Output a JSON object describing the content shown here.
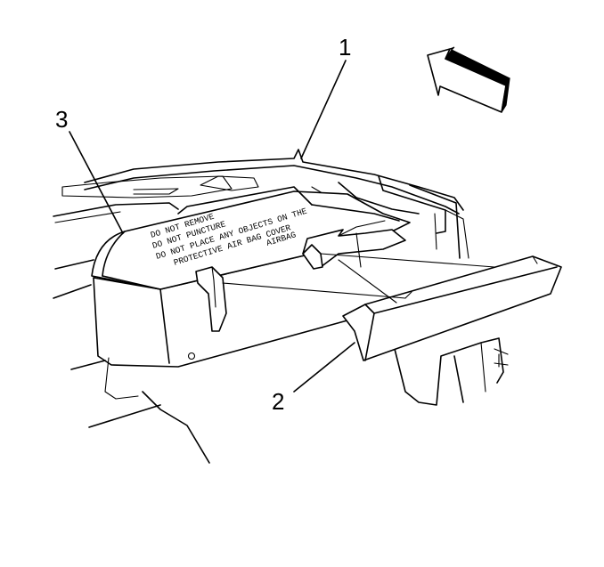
{
  "callouts": {
    "one": "1",
    "two": "2",
    "three": "3"
  },
  "warning_label": {
    "line1": "DO NOT REMOVE",
    "line2": "DO NOT PUNCTURE",
    "line3": "DO NOT PLACE ANY OBJECTS ON THE",
    "line4": "PROTECTIVE AIR BAG COVER",
    "line5": "AIRBAG"
  },
  "icons": {
    "direction": "forward-arrow-icon"
  },
  "colors": {
    "ink": "#000000",
    "paper": "#ffffff"
  }
}
